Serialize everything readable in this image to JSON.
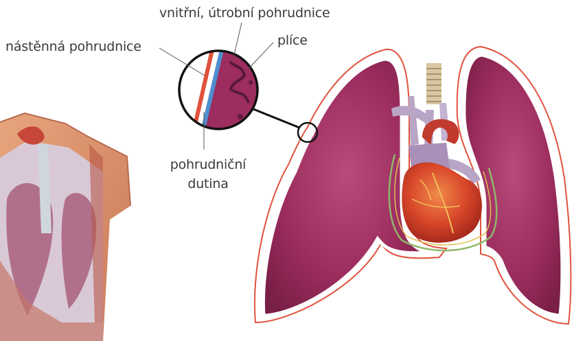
{
  "labels": {
    "inner_pleura": "vnitřní, útrobní pohrudnice",
    "parietal_pleura": "nástěnná pohrudnice",
    "lung": "plíce",
    "cavity_line1": "pohrudniční",
    "cavity_line2": "dutina"
  },
  "colors": {
    "lung_fill": "#9c2d5e",
    "lung_dark": "#7a1f48",
    "parietal_line": "#e0523c",
    "visceral_line": "#4f8fd0",
    "pericardium_line": "#8fb86a",
    "heart": "#d8472a",
    "vessels": "#b9a6c6",
    "trachea": "#d8c7a0",
    "callout_line": "#111111"
  }
}
